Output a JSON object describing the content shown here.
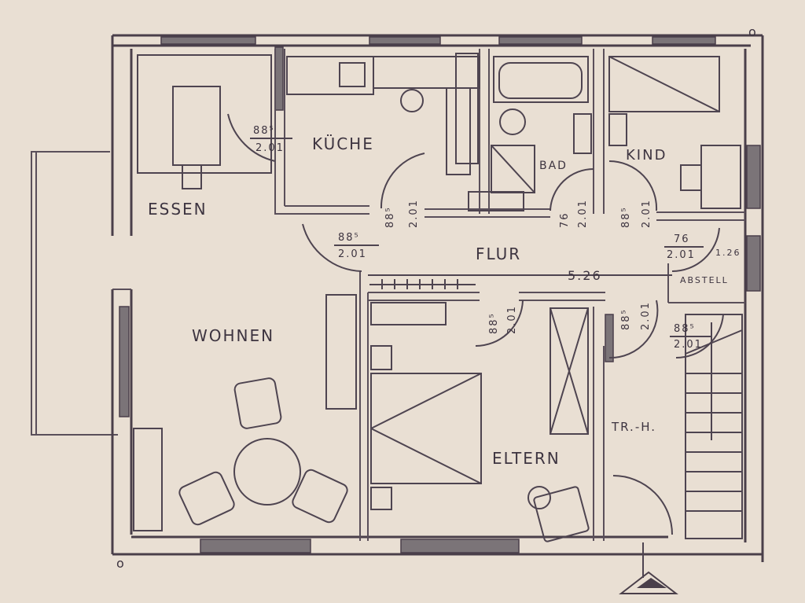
{
  "rooms": {
    "essen": "ESSEN",
    "kueche": "KÜCHE",
    "bad": "BAD",
    "kind": "KIND",
    "flur": "FLUR",
    "wohnen": "WOHNEN",
    "eltern": "ELTERN",
    "treppenhaus": "TR.-H.",
    "abstell": "ABSTELL"
  },
  "dimensions": {
    "essen_door_w": "88⁵",
    "essen_door_h": "2.01",
    "kueche_door_w": "88⁵",
    "kueche_door_h": "2.01",
    "flur_left_w": "88⁵",
    "flur_left_h": "2.01",
    "bad_door_w": "76",
    "bad_door_h": "2.01",
    "kind_door_w": "88⁵",
    "kind_door_h": "2.01",
    "abstell_door_w": "76",
    "abstell_door_h": "2.01",
    "abstell_depth": "1.26",
    "flur_length": "5.26",
    "eltern_door_w": "88⁵",
    "eltern_door_h": "2.01",
    "eltern_door2_w": "88⁵",
    "eltern_door2_h": "2.01",
    "th_door_w": "88⁵",
    "th_door_h": "2.01"
  },
  "markers": {
    "corner_top": "o",
    "corner_bottom": "o"
  },
  "colors": {
    "paper": "#e9dfd3",
    "ink": "#4a3f4a",
    "window": "#7b7478"
  }
}
